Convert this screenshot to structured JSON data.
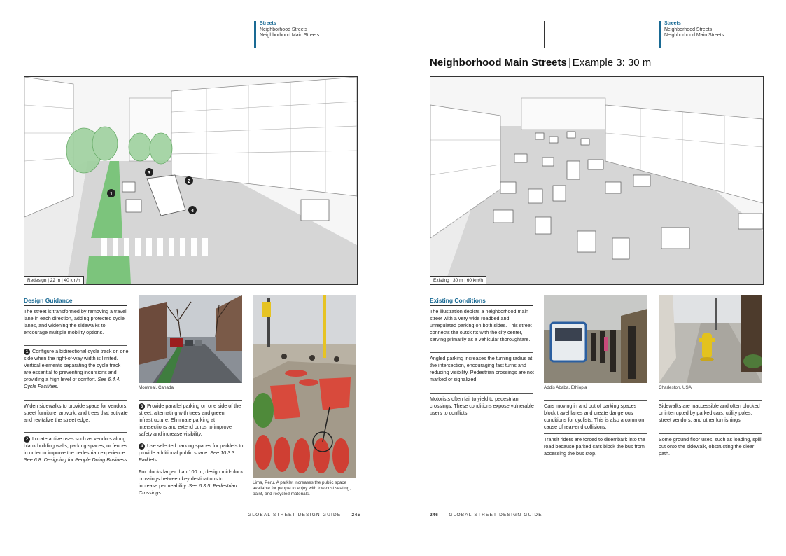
{
  "header": {
    "crumb_1": "Streets",
    "crumb_2": "Neighborhood Streets",
    "crumb_3": "Neighborhood Main Streets"
  },
  "right_title": {
    "main": "Neighborhood Main Streets",
    "sub": "Example 3: 30 m"
  },
  "left": {
    "illustration_caption": "Redesign | 22 m | 40 km/h",
    "design_guidance": {
      "heading": "Design Guidance",
      "intro": "The street is transformed by removing a travel lane in each direction, adding protected cycle lanes, and widening the sidewalks to encourage multiple mobility options.",
      "item1_num": "1",
      "item1_text": "Configure a bidirectional cycle track on one side when the right-of-way width is limited. Vertical elements separating the cycle track are essential to preventing incursions and providing a high level of comfort.",
      "item1_ref": "See 6.4.4: Cycle Facilities.",
      "sidewalks": "Widen sidewalks to provide space for vendors, street furniture, artwork, and trees that activate and revitalize the street edge.",
      "item2_num": "2",
      "item2_text": "Locate active uses such as vendors along blank building walls, parking spaces, or fences in order to improve the pedestrian experience.",
      "item2_ref": "See 6.8: Designing for People Doing Business."
    },
    "col2": {
      "item3_num": "3",
      "item3_text": "Provide parallel parking on one side of the street, alternating with trees and green infrastructure. Eliminate parking at intersections and extend curbs to improve safety and increase visibility.",
      "item4_num": "4",
      "item4_text": "Use selected parking spaces for parklets to provide additional public space.",
      "item4_ref": "See 10.3.3: Parklets.",
      "blocks": "For blocks larger than 100 m, design mid-block crossings between key destinations to increase permeability.",
      "blocks_ref": "See 6.3.5: Pedestrian Crossings."
    },
    "photo1_caption": "Montreal, Canada",
    "photo2_caption": "Lima, Peru. A parklet increases the public space available for people to enjoy with low-cost seating, paint, and recycled materials.",
    "footer_title": "GLOBAL STREET DESIGN GUIDE",
    "page_number": "245"
  },
  "right": {
    "illustration_caption": "Existing | 30 m | 60 km/h",
    "existing": {
      "heading": "Existing Conditions",
      "p1": "The illustration depicts a neighborhood main street with a very wide roadbed and unregulated parking on both sides. This street connects the outskirts with the city center, serving primarily as a vehicular thoroughfare.",
      "p2": "Angled parking increases the turning radius at the intersection, encouraging fast turns and reducing visibility. Pedestrian crossings are not marked or signalized.",
      "p3": "Motorists often fail to yield to pedestrian crossings. These conditions expose vulnerable users to conflicts."
    },
    "photo_a_caption": "Addis Ababa, Ethiopia",
    "photo_a_text1": "Cars moving in and out of parking spaces block travel lanes and create dangerous conditions for cyclists. This is also a common cause of rear-end collisions.",
    "photo_a_text2": "Transit riders are forced to disembark into the road because parked cars block the bus from accessing the bus stop.",
    "photo_b_caption": "Charleston, USA",
    "photo_b_text1": "Sidewalks are inaccessible and often blocked or interrupted by parked cars, utility poles, street vendors, and other furnishings.",
    "photo_b_text2": "Some ground floor uses, such as loading, spill out onto the sidewalk, obstructing the clear path.",
    "page_number": "246",
    "footer_title": "GLOBAL STREET DESIGN GUIDE"
  },
  "colors": {
    "accent": "#1a6a94",
    "green": "#6dbf6d",
    "text": "#222222"
  }
}
